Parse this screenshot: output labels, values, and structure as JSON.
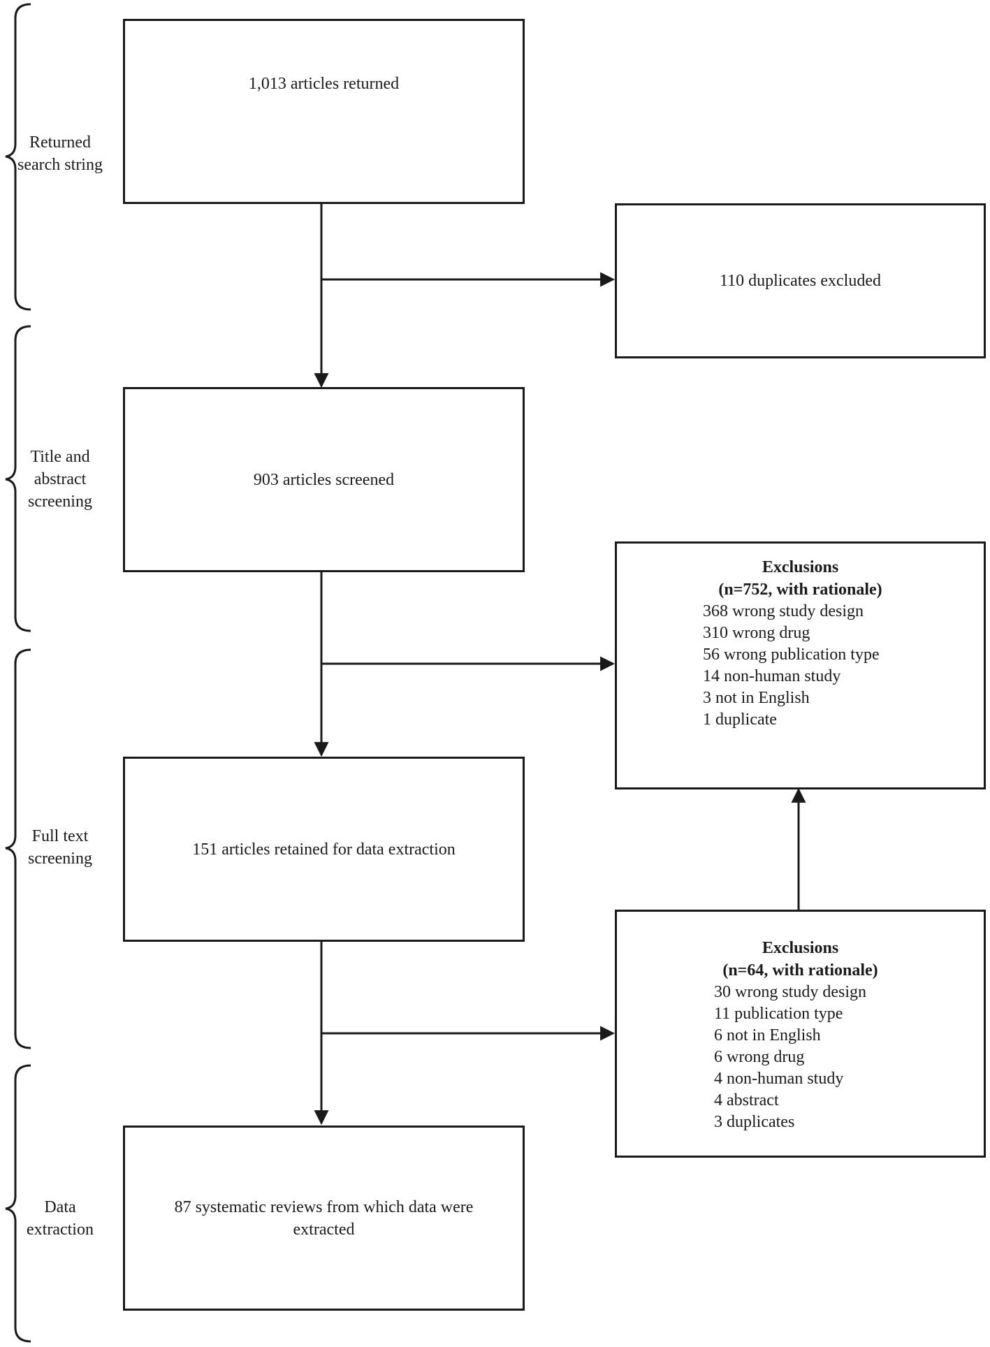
{
  "stages": [
    {
      "label": "Returned search string"
    },
    {
      "label": "Title and abstract screening"
    },
    {
      "label": "Full text screening"
    },
    {
      "label": "Data extraction"
    }
  ],
  "flow_boxes": {
    "returned": "1,013 articles returned",
    "screened": "903 articles screened",
    "retained": "151 articles retained for data extraction",
    "extracted": "87 systematic reviews from which data were extracted"
  },
  "duplicates_box": "110 duplicates excluded",
  "exclusions_screening": {
    "title_line1": "Exclusions",
    "title_line2": "(n=752, with rationale)",
    "items": [
      "368 wrong study design",
      "310 wrong drug",
      "56 wrong publication type",
      "14 non-human study",
      "3 not in English",
      "1 duplicate"
    ]
  },
  "exclusions_fulltext": {
    "title_line1": "Exclusions",
    "title_line2": "(n=64, with rationale)",
    "items": [
      "30 wrong study design",
      "11 publication type",
      "6 not in English",
      "6 wrong drug",
      "4 non-human study",
      "4 abstract",
      "3 duplicates"
    ]
  }
}
